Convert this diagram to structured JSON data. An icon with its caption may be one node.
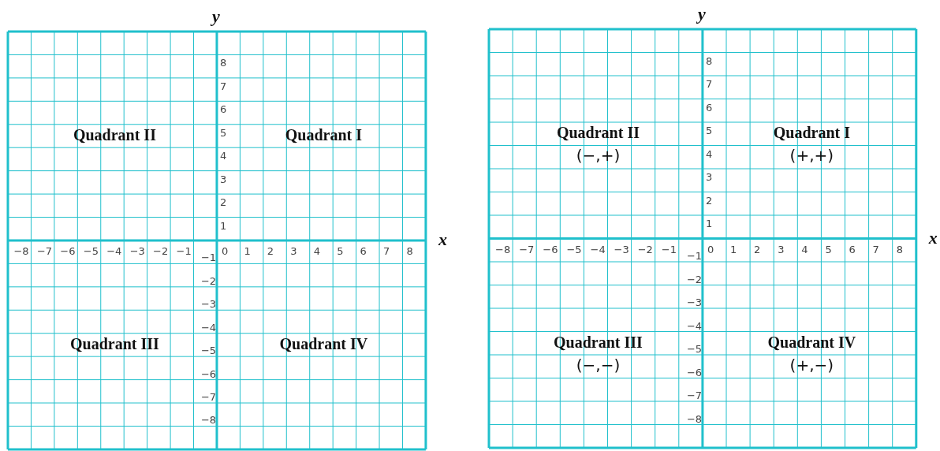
{
  "diagram": {
    "labels": [
      "y",
      "8",
      "7",
      "6",
      "5",
      "4",
      "3",
      "2",
      "1",
      "Quadrant II",
      "Quadrant I",
      "−8",
      "−7",
      "−6",
      "−5",
      "−4",
      "−3",
      "−2",
      "−1",
      "0",
      "1",
      "2",
      "3",
      "4",
      "5",
      "6",
      "7",
      "8",
      "x",
      "−1",
      "−2",
      "−3",
      "−4",
      "−5",
      "−6",
      "−7",
      "−8",
      "Quadrant III",
      "Quadrant IV",
      "y",
      "8",
      "7",
      "6",
      "5",
      "4",
      "3",
      "2",
      "1",
      "Quadrant II",
      "Quadrant I",
      "(−,+)",
      "(+,+)",
      "−8",
      "−7",
      "−6",
      "−5",
      "−4",
      "−3",
      "−2",
      "−1",
      "0",
      "1",
      "2",
      "3",
      "4",
      "5",
      "6",
      "7",
      "8",
      "x",
      "−1",
      "−2",
      "−3",
      "−4",
      "−5",
      "−6",
      "−7",
      "−8",
      "Quadrant III",
      "Quadrant IV",
      "(−,−)",
      "(+,−)"
    ]
  }
}
